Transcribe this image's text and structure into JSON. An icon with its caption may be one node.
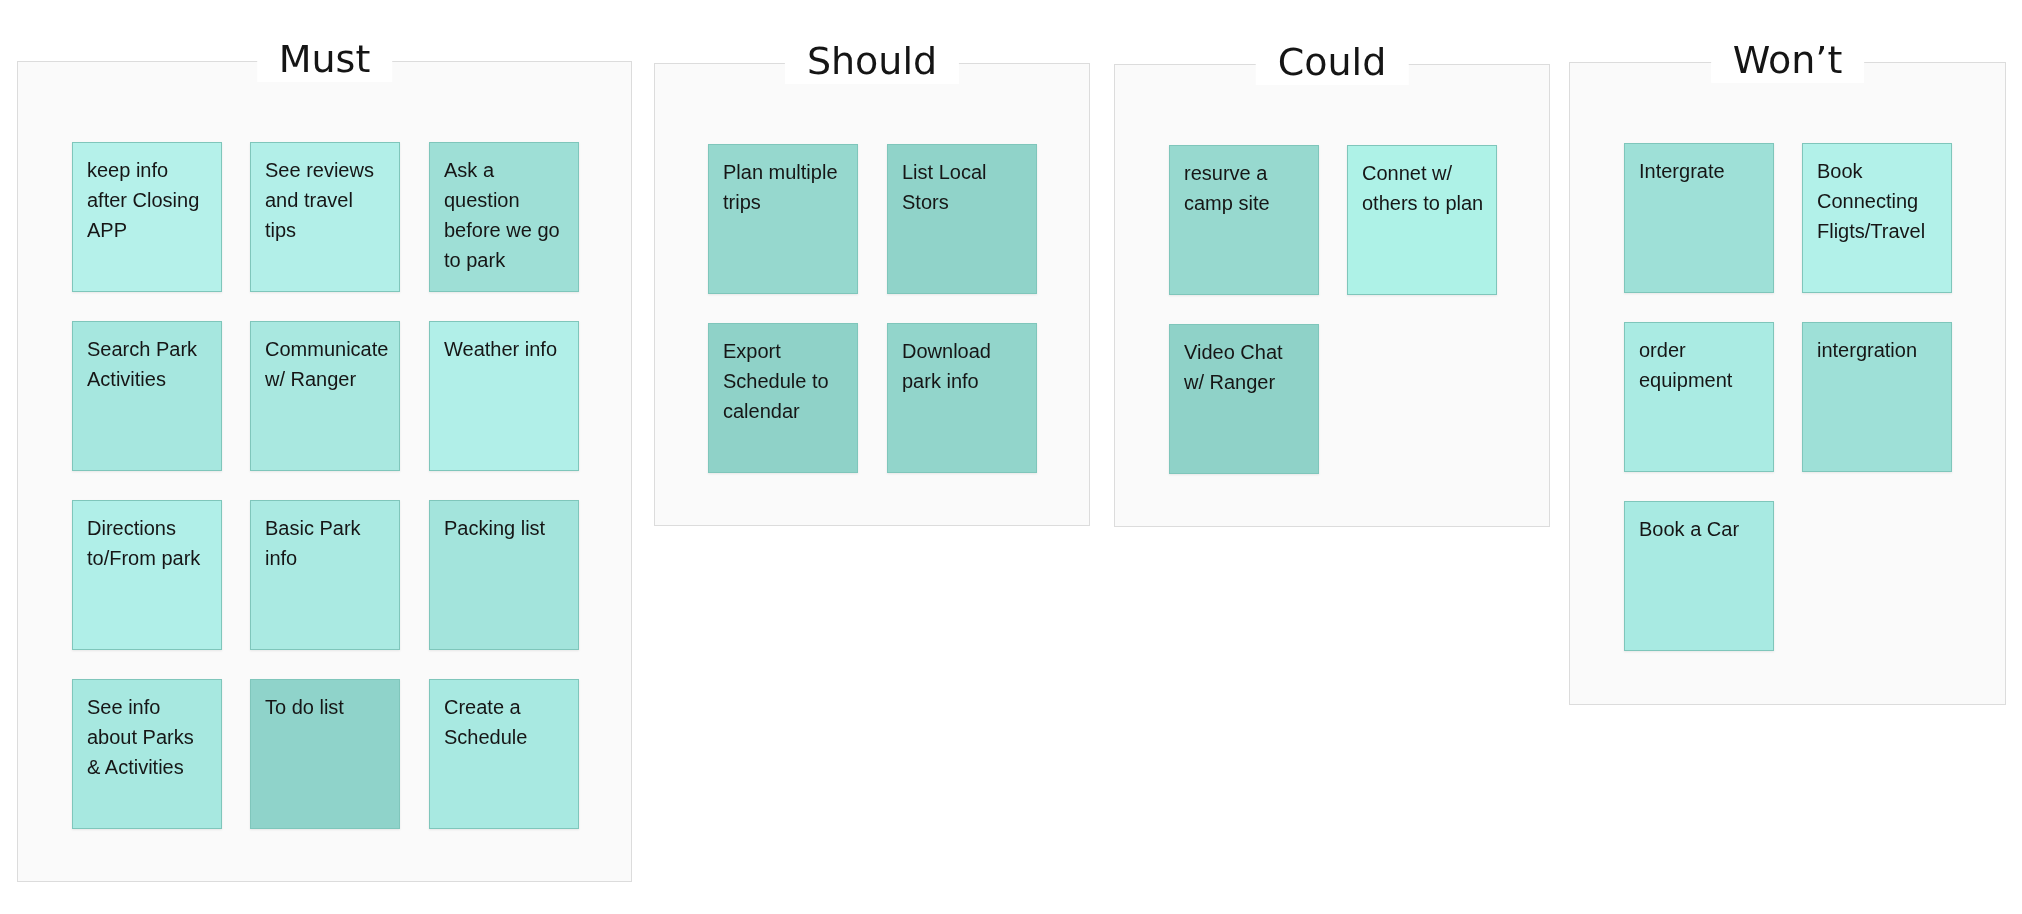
{
  "diagram": {
    "nodes": [
      {
        "text": [
          "Must"
        ]
      },
      {
        "text": [
          "keep info after Closing APP"
        ],
        "in": 0
      },
      {
        "text": [
          "See reviews and travel tips"
        ],
        "in": 0
      },
      {
        "text": [
          "Ask a question before we go to park"
        ],
        "in": 0
      },
      {
        "text": [
          "Search Park Activities"
        ],
        "in": 0
      },
      {
        "text": [
          "Communicate w/ Ranger"
        ],
        "in": 0
      },
      {
        "text": [
          "Weather info"
        ],
        "in": 0
      },
      {
        "text": [
          "Directions to/From park"
        ],
        "in": 0
      },
      {
        "text": [
          "Basic Park info"
        ],
        "in": 0
      },
      {
        "text": [
          "Packing list"
        ],
        "in": 0
      },
      {
        "text": [
          "See info about Parks & Activities"
        ],
        "in": 0
      },
      {
        "text": [
          "To do list"
        ],
        "in": 0
      },
      {
        "text": [
          "Create a Schedule"
        ],
        "in": 0
      },
      {
        "text": [
          "Should"
        ]
      },
      {
        "text": [
          "Plan multiple trips"
        ],
        "in": 13
      },
      {
        "text": [
          "List Local Stors"
        ],
        "in": 13
      },
      {
        "text": [
          "Export Schedule to calendar"
        ],
        "in": 13
      },
      {
        "text": [
          "Download park info"
        ],
        "in": 13
      },
      {
        "text": [
          "Could"
        ]
      },
      {
        "text": [
          "resurve a camp site"
        ],
        "in": 18
      },
      {
        "text": [
          "Connet w/ others to plan"
        ],
        "in": 18
      },
      {
        "text": [
          "Video Chat w/ Ranger"
        ],
        "in": 18
      },
      {
        "text": [
          "Won’t"
        ]
      },
      {
        "text": [
          "Intergrate"
        ],
        "in": 22
      },
      {
        "text": [
          "Book Connecting Fligts/Travel"
        ],
        "in": 22
      },
      {
        "text": [
          "order equipment"
        ],
        "in": 22
      },
      {
        "text": [
          "intergration"
        ],
        "in": 22
      },
      {
        "text": [
          "Book a Car"
        ],
        "in": 22
      }
    ]
  }
}
